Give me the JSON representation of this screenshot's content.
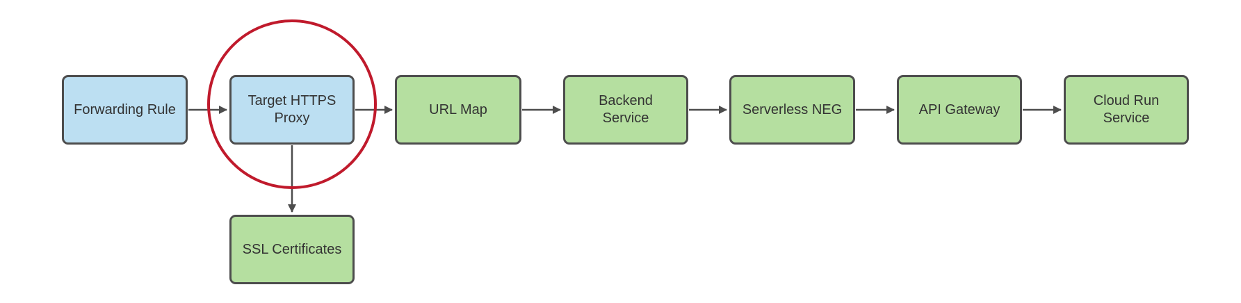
{
  "diagram": {
    "type": "flowchart",
    "nodes": [
      {
        "id": "forwarding-rule",
        "label": "Forwarding Rule",
        "fill": "blue"
      },
      {
        "id": "target-https-proxy",
        "label": "Target HTTPS Proxy",
        "fill": "blue",
        "annotated": true
      },
      {
        "id": "url-map",
        "label": "URL Map",
        "fill": "green"
      },
      {
        "id": "backend-service",
        "label": "Backend Service",
        "fill": "green"
      },
      {
        "id": "serverless-neg",
        "label": "Serverless NEG",
        "fill": "green"
      },
      {
        "id": "api-gateway",
        "label": "API Gateway",
        "fill": "green"
      },
      {
        "id": "cloud-run-service",
        "label": "Cloud Run Service",
        "fill": "green"
      },
      {
        "id": "ssl-certificates",
        "label": "SSL Certificates",
        "fill": "green"
      }
    ],
    "edges": [
      {
        "from": "forwarding-rule",
        "to": "target-https-proxy",
        "direction": "right"
      },
      {
        "from": "target-https-proxy",
        "to": "url-map",
        "direction": "right"
      },
      {
        "from": "url-map",
        "to": "backend-service",
        "direction": "right"
      },
      {
        "from": "backend-service",
        "to": "serverless-neg",
        "direction": "right"
      },
      {
        "from": "serverless-neg",
        "to": "api-gateway",
        "direction": "right"
      },
      {
        "from": "api-gateway",
        "to": "cloud-run-service",
        "direction": "right"
      },
      {
        "from": "target-https-proxy",
        "to": "ssl-certificates",
        "direction": "down"
      }
    ],
    "annotation": {
      "shape": "circle",
      "around": "Target HTTPS Proxy",
      "color": "#C01A2C"
    },
    "colors": {
      "node_blue_fill": "#BCDFF2",
      "node_green_fill": "#B5DFA0",
      "node_border": "#4D4D4D",
      "arrow": "#4D4D4D",
      "highlight_red": "#C01A2C",
      "text": "#333333",
      "background": "#FFFFFF"
    }
  }
}
